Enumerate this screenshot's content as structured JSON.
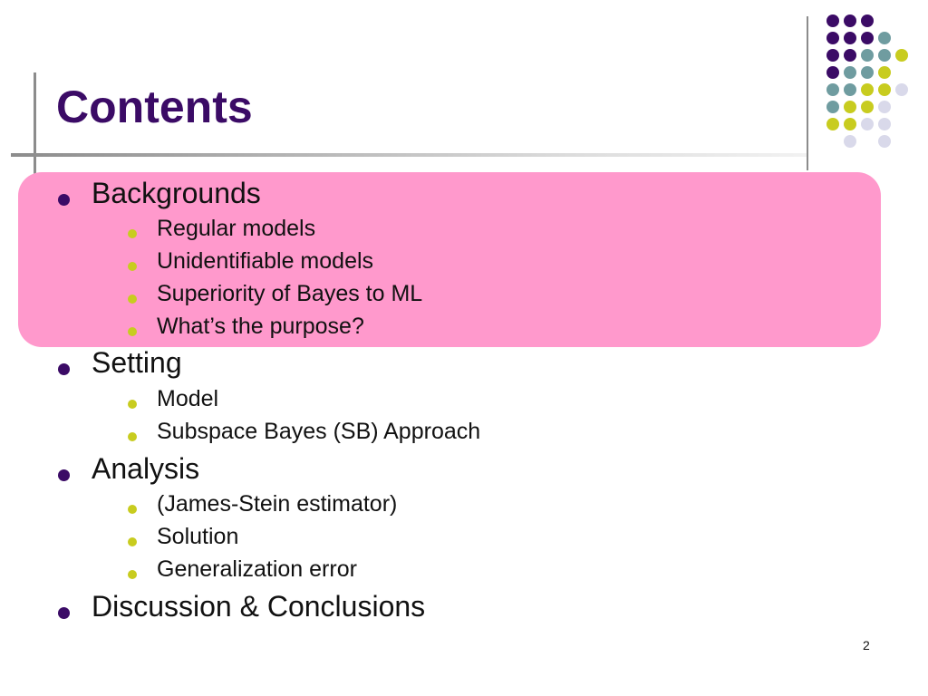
{
  "slide": {
    "title": "Contents",
    "page_number": "2",
    "colors": {
      "title": "#3b0b66",
      "highlight": "#ff99cc",
      "bullet_level1": "#3b0b66",
      "bullet_level2": "#c8cc1f",
      "dot_purple": "#3b0b66",
      "dot_teal": "#6f9ca0",
      "dot_yellow": "#c8cc1f",
      "dot_lavender": "#d9d9ea"
    },
    "outline": [
      {
        "text": "Backgrounds",
        "level": 1
      },
      {
        "text": "Regular models",
        "level": 2
      },
      {
        "text": "Unidentifiable models",
        "level": 2
      },
      {
        "text": "Superiority of Bayes to ML",
        "level": 2
      },
      {
        "text": "What’s the purpose?",
        "level": 2
      },
      {
        "text": "Setting",
        "level": 1
      },
      {
        "text": "Model",
        "level": 2
      },
      {
        "text": "Subspace Bayes (SB) Approach",
        "level": 2
      },
      {
        "text": "Analysis",
        "level": 1
      },
      {
        "text": "(James-Stein estimator)",
        "level": 2
      },
      {
        "text": "Solution",
        "level": 2
      },
      {
        "text": "Generalization error",
        "level": 2
      },
      {
        "text": "Discussion & Conclusions",
        "level": 1
      }
    ]
  }
}
